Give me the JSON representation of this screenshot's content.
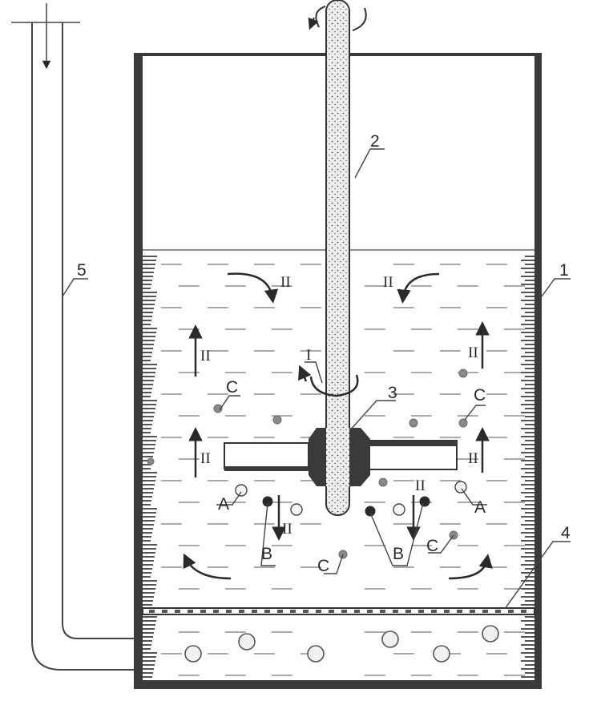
{
  "labels": {
    "vessel": "1",
    "shaft": "2",
    "impeller": "3",
    "grid": "4",
    "pipe": "5"
  },
  "particles": {
    "a": "A",
    "b": "B",
    "c": "C"
  },
  "flows": {
    "primary": "I",
    "secondary": "II"
  }
}
